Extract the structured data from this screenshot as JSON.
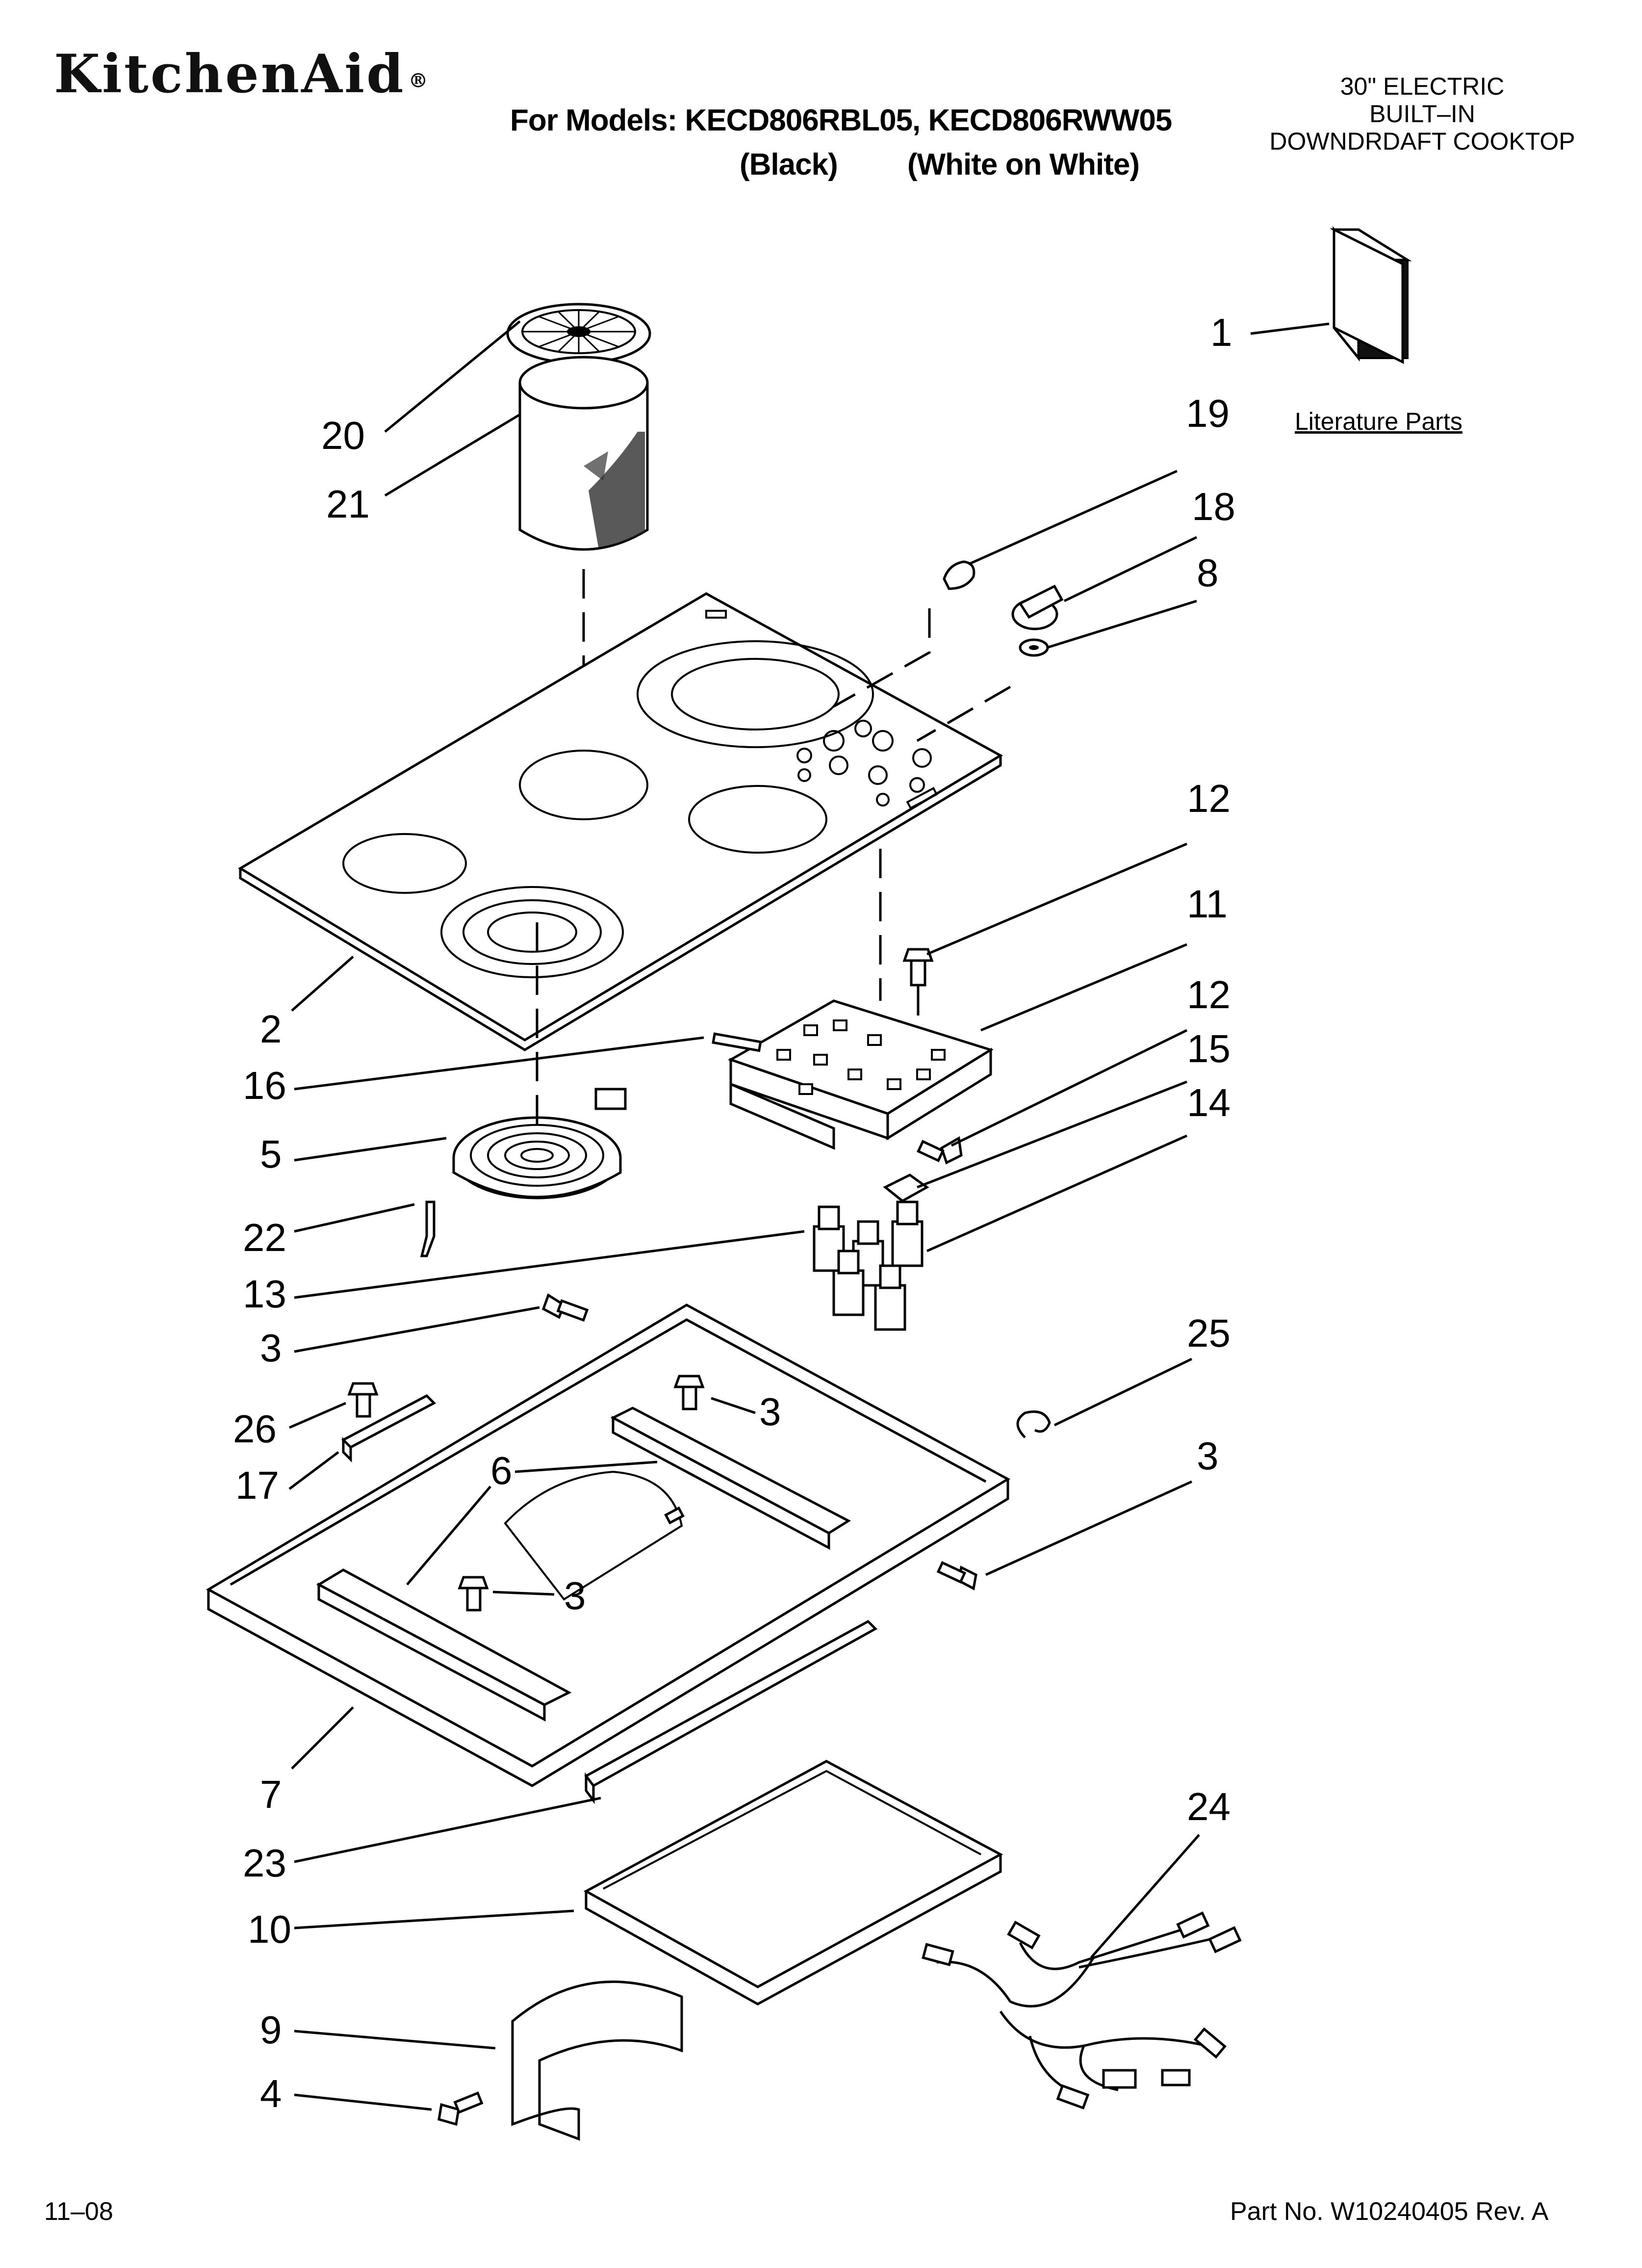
{
  "header": {
    "brand": "KitchenAid",
    "brand_mark": "®",
    "models": "For Models: KECD806RBL05, KECD806RWW05",
    "variant_black": "(Black)",
    "variant_white": "(White on White)",
    "product_lines": [
      "30\" ELECTRIC",
      "BUILT–IN",
      "DOWNDRDAFT COOKTOP"
    ]
  },
  "literature_label": "Literature Parts",
  "callouts": [
    {
      "id": "c1",
      "label": "1"
    },
    {
      "id": "c20",
      "label": "20"
    },
    {
      "id": "c21",
      "label": "21"
    },
    {
      "id": "c19",
      "label": "19"
    },
    {
      "id": "c18",
      "label": "18"
    },
    {
      "id": "c8",
      "label": "8"
    },
    {
      "id": "c12a",
      "label": "12"
    },
    {
      "id": "c11",
      "label": "11"
    },
    {
      "id": "c12b",
      "label": "12"
    },
    {
      "id": "c15",
      "label": "15"
    },
    {
      "id": "c14",
      "label": "14"
    },
    {
      "id": "c2",
      "label": "2"
    },
    {
      "id": "c16",
      "label": "16"
    },
    {
      "id": "c5",
      "label": "5"
    },
    {
      "id": "c22",
      "label": "22"
    },
    {
      "id": "c13",
      "label": "13"
    },
    {
      "id": "c3a",
      "label": "3"
    },
    {
      "id": "c25",
      "label": "25"
    },
    {
      "id": "c26",
      "label": "26"
    },
    {
      "id": "c3b",
      "label": "3"
    },
    {
      "id": "c17",
      "label": "17"
    },
    {
      "id": "c6",
      "label": "6"
    },
    {
      "id": "c3c",
      "label": "3"
    },
    {
      "id": "c3d",
      "label": "3"
    },
    {
      "id": "c7",
      "label": "7"
    },
    {
      "id": "c24",
      "label": "24"
    },
    {
      "id": "c23",
      "label": "23"
    },
    {
      "id": "c10",
      "label": "10"
    },
    {
      "id": "c9",
      "label": "9"
    },
    {
      "id": "c4",
      "label": "4"
    }
  ],
  "footer": {
    "date": "11–08",
    "part_number": "Part No. W10240405 Rev. A"
  }
}
